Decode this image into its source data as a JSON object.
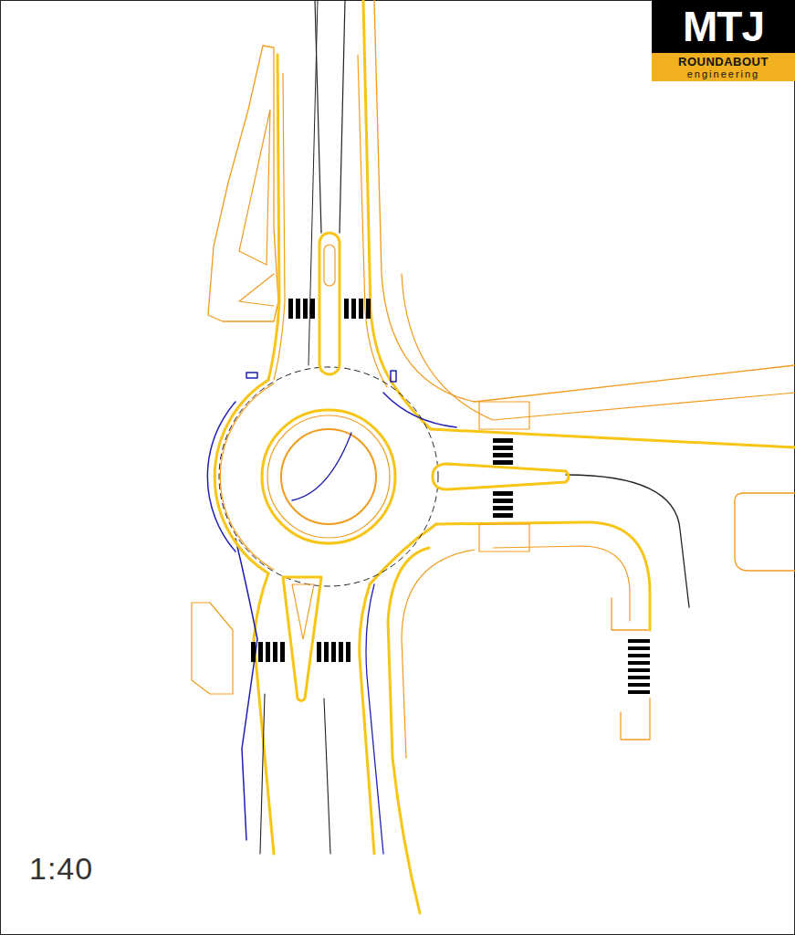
{
  "diagram": {
    "nodes": [
      {
        "text": [
          "MTJ",
          "ROUNDABOUT",
          "engineering"
        ]
      }
    ],
    "labels": [
      "1:40"
    ]
  }
}
